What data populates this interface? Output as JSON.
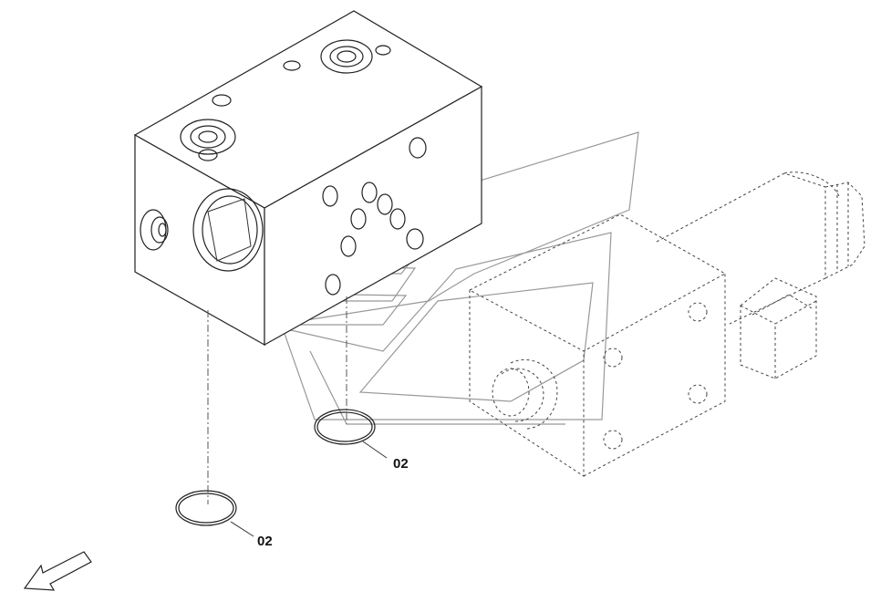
{
  "callouts": [
    {
      "id": "upper-o-ring",
      "label": "02"
    },
    {
      "id": "lower-o-ring",
      "label": "02"
    }
  ],
  "icons": {
    "orientation_arrow": "arrow-down-left-icon",
    "watermark": "logo-watermark"
  }
}
